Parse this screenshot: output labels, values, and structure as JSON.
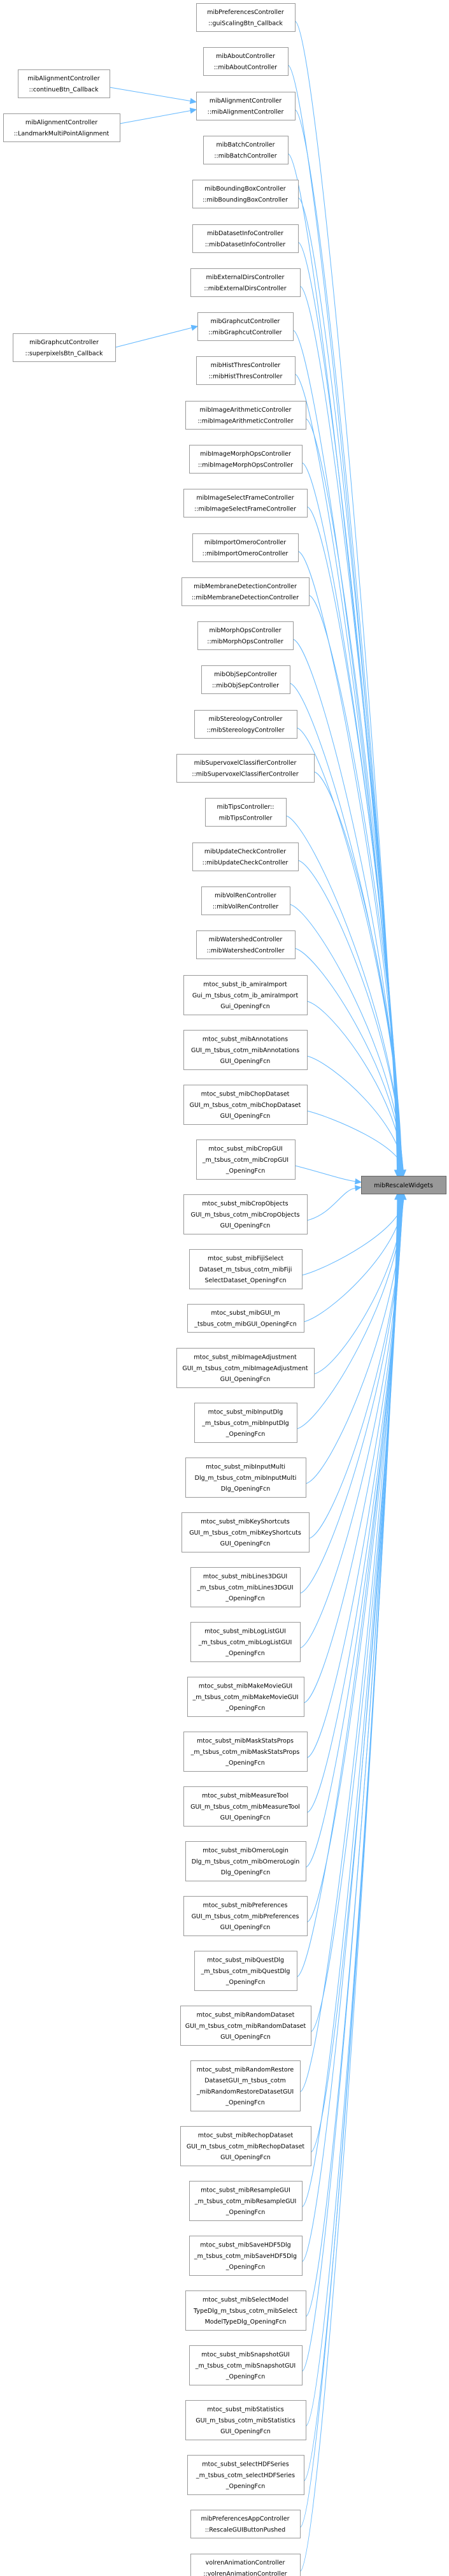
{
  "graph": {
    "type": "caller-graph",
    "edge_color": "#63b8ff",
    "node_border_color": "#999999",
    "target_fill_color": "#999999",
    "target": {
      "id": "target",
      "label": [
        "mibRescaleWidgets"
      ]
    },
    "callers": [
      {
        "id": "n0",
        "label": [
          "mibPreferencesController",
          "::guiScalingBtn_Callback"
        ]
      },
      {
        "id": "n1",
        "label": [
          "mibAboutController",
          "::mibAboutController"
        ]
      },
      {
        "id": "n2",
        "label": [
          "mibAlignmentController",
          "::mibAlignmentController"
        ]
      },
      {
        "id": "n3",
        "label": [
          "mibBatchController",
          "::mibBatchController"
        ]
      },
      {
        "id": "n4",
        "label": [
          "mibBoundingBoxController",
          "::mibBoundingBoxController"
        ]
      },
      {
        "id": "n5",
        "label": [
          "mibDatasetInfoController",
          "::mibDatasetInfoController"
        ]
      },
      {
        "id": "n6",
        "label": [
          "mibExternalDirsController",
          "::mibExternalDirsController"
        ]
      },
      {
        "id": "n7",
        "label": [
          "mibGraphcutController",
          "::mibGraphcutController"
        ]
      },
      {
        "id": "n8",
        "label": [
          "mibHistThresController",
          "::mibHistThresController"
        ]
      },
      {
        "id": "n9",
        "label": [
          "mibImageArithmeticController",
          "::mibImageArithmeticController"
        ]
      },
      {
        "id": "n10",
        "label": [
          "mibImageMorphOpsController",
          "::mibImageMorphOpsController"
        ]
      },
      {
        "id": "n11",
        "label": [
          "mibImageSelectFrameController",
          "::mibImageSelectFrameController"
        ]
      },
      {
        "id": "n12",
        "label": [
          "mibImportOmeroController",
          "::mibImportOmeroController"
        ]
      },
      {
        "id": "n13",
        "label": [
          "mibMembraneDetectionController",
          "::mibMembraneDetectionController"
        ]
      },
      {
        "id": "n14",
        "label": [
          "mibMorphOpsController",
          "::mibMorphOpsController"
        ]
      },
      {
        "id": "n15",
        "label": [
          "mibObjSepController",
          "::mibObjSepController"
        ]
      },
      {
        "id": "n16",
        "label": [
          "mibStereologyController",
          "::mibStereologyController"
        ]
      },
      {
        "id": "n17",
        "label": [
          "mibSupervoxelClassifierController",
          "::mibSupervoxelClassifierController"
        ]
      },
      {
        "id": "n18",
        "label": [
          "mibTipsController::",
          "mibTipsController"
        ]
      },
      {
        "id": "n19",
        "label": [
          "mibUpdateCheckController",
          "::mibUpdateCheckController"
        ]
      },
      {
        "id": "n20",
        "label": [
          "mibVolRenController",
          "::mibVolRenController"
        ]
      },
      {
        "id": "n21",
        "label": [
          "mibWatershedController",
          "::mibWatershedController"
        ]
      },
      {
        "id": "n22",
        "label": [
          "mtoc_subst_ib_amiraImport",
          "Gui_m_tsbus_cotm_ib_amiraImport",
          "Gui_OpeningFcn"
        ]
      },
      {
        "id": "n23",
        "label": [
          "mtoc_subst_mibAnnotations",
          "GUI_m_tsbus_cotm_mibAnnotations",
          "GUI_OpeningFcn"
        ]
      },
      {
        "id": "n24",
        "label": [
          "mtoc_subst_mibChopDataset",
          "GUI_m_tsbus_cotm_mibChopDataset",
          "GUI_OpeningFcn"
        ]
      },
      {
        "id": "n25",
        "label": [
          "mtoc_subst_mibCropGUI",
          "_m_tsbus_cotm_mibCropGUI",
          "_OpeningFcn"
        ]
      },
      {
        "id": "n26",
        "label": [
          "mtoc_subst_mibCropObjects",
          "GUI_m_tsbus_cotm_mibCropObjects",
          "GUI_OpeningFcn"
        ]
      },
      {
        "id": "n27",
        "label": [
          "mtoc_subst_mibFijiSelect",
          "Dataset_m_tsbus_cotm_mibFiji",
          "SelectDataset_OpeningFcn"
        ]
      },
      {
        "id": "n28",
        "label": [
          "mtoc_subst_mibGUI_m",
          "_tsbus_cotm_mibGUI_OpeningFcn"
        ]
      },
      {
        "id": "n29",
        "label": [
          "mtoc_subst_mibImageAdjustment",
          "GUI_m_tsbus_cotm_mibImageAdjustment",
          "GUI_OpeningFcn"
        ]
      },
      {
        "id": "n30",
        "label": [
          "mtoc_subst_mibInputDlg",
          "_m_tsbus_cotm_mibInputDlg",
          "_OpeningFcn"
        ]
      },
      {
        "id": "n31",
        "label": [
          "mtoc_subst_mibInputMulti",
          "Dlg_m_tsbus_cotm_mibInputMulti",
          "Dlg_OpeningFcn"
        ]
      },
      {
        "id": "n32",
        "label": [
          "mtoc_subst_mibKeyShortcuts",
          "GUI_m_tsbus_cotm_mibKeyShortcuts",
          "GUI_OpeningFcn"
        ]
      },
      {
        "id": "n33",
        "label": [
          "mtoc_subst_mibLines3DGUI",
          "_m_tsbus_cotm_mibLines3DGUI",
          "_OpeningFcn"
        ]
      },
      {
        "id": "n34",
        "label": [
          "mtoc_subst_mibLogListGUI",
          "_m_tsbus_cotm_mibLogListGUI",
          "_OpeningFcn"
        ]
      },
      {
        "id": "n35",
        "label": [
          "mtoc_subst_mibMakeMovieGUI",
          "_m_tsbus_cotm_mibMakeMovieGUI",
          "_OpeningFcn"
        ]
      },
      {
        "id": "n36",
        "label": [
          "mtoc_subst_mibMaskStatsProps",
          "_m_tsbus_cotm_mibMaskStatsProps",
          "_OpeningFcn"
        ]
      },
      {
        "id": "n37",
        "label": [
          "mtoc_subst_mibMeasureTool",
          "GUI_m_tsbus_cotm_mibMeasureTool",
          "GUI_OpeningFcn"
        ]
      },
      {
        "id": "n38",
        "label": [
          "mtoc_subst_mibOmeroLogin",
          "Dlg_m_tsbus_cotm_mibOmeroLogin",
          "Dlg_OpeningFcn"
        ]
      },
      {
        "id": "n39",
        "label": [
          "mtoc_subst_mibPreferences",
          "GUI_m_tsbus_cotm_mibPreferences",
          "GUI_OpeningFcn"
        ]
      },
      {
        "id": "n40",
        "label": [
          "mtoc_subst_mibQuestDlg",
          "_m_tsbus_cotm_mibQuestDlg",
          "_OpeningFcn"
        ]
      },
      {
        "id": "n41",
        "label": [
          "mtoc_subst_mibRandomDataset",
          "GUI_m_tsbus_cotm_mibRandomDataset",
          "GUI_OpeningFcn"
        ]
      },
      {
        "id": "n42",
        "label": [
          "mtoc_subst_mibRandomRestore",
          "DatasetGUI_m_tsbus_cotm",
          "_mibRandomRestoreDatasetGUI",
          "_OpeningFcn"
        ]
      },
      {
        "id": "n43",
        "label": [
          "mtoc_subst_mibRechopDataset",
          "GUI_m_tsbus_cotm_mibRechopDataset",
          "GUI_OpeningFcn"
        ]
      },
      {
        "id": "n44",
        "label": [
          "mtoc_subst_mibResampleGUI",
          "_m_tsbus_cotm_mibResampleGUI",
          "_OpeningFcn"
        ]
      },
      {
        "id": "n45",
        "label": [
          "mtoc_subst_mibSaveHDF5Dlg",
          "_m_tsbus_cotm_mibSaveHDF5Dlg",
          "_OpeningFcn"
        ]
      },
      {
        "id": "n46",
        "label": [
          "mtoc_subst_mibSelectModel",
          "TypeDlg_m_tsbus_cotm_mibSelect",
          "ModelTypeDlg_OpeningFcn"
        ]
      },
      {
        "id": "n47",
        "label": [
          "mtoc_subst_mibSnapshotGUI",
          "_m_tsbus_cotm_mibSnapshotGUI",
          "_OpeningFcn"
        ]
      },
      {
        "id": "n48",
        "label": [
          "mtoc_subst_mibStatistics",
          "GUI_m_tsbus_cotm_mibStatistics",
          "GUI_OpeningFcn"
        ]
      },
      {
        "id": "n49",
        "label": [
          "mtoc_subst_selectHDFSeries",
          "_m_tsbus_cotm_selectHDFSeries",
          "_OpeningFcn"
        ]
      },
      {
        "id": "n50",
        "label": [
          "mibPreferencesAppController",
          "::RescaleGUIButtonPushed"
        ]
      },
      {
        "id": "n51",
        "label": [
          "volrenAnimationController",
          "::volrenAnimationController"
        ]
      }
    ],
    "second_level": [
      {
        "id": "s0",
        "calls": "n2",
        "label": [
          "mibAlignmentController",
          "::continueBtn_Callback"
        ]
      },
      {
        "id": "s1",
        "calls": "n2",
        "label": [
          "mibAlignmentController",
          "::LandmarkMultiPointAlignment"
        ]
      },
      {
        "id": "s2",
        "calls": "n7",
        "label": [
          "mibGraphcutController",
          "::superpixelsBtn_Callback"
        ]
      }
    ]
  }
}
